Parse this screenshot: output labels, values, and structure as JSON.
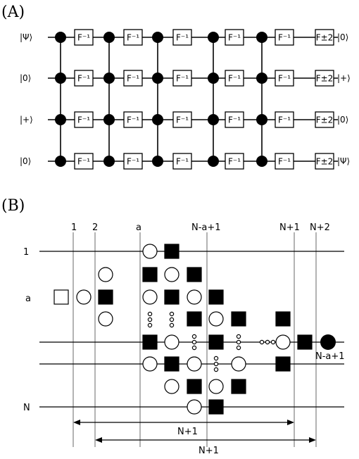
{
  "panel_a": {
    "label": "(A)",
    "inputs": [
      "|Ψ⟩",
      "|0⟩",
      "|+⟩",
      "|0⟩"
    ],
    "outputs": [
      "|0⟩",
      "|+⟩",
      "|0⟩",
      "|Ψ⟩"
    ],
    "gate_label": "F⁻¹",
    "final_gate_label": "F±2"
  },
  "panel_b": {
    "label": "(B)",
    "column_labels": [
      "1",
      "2",
      "a",
      "N-a+1",
      "N+1",
      "N+2"
    ],
    "row_labels": [
      "1",
      "a",
      "N"
    ],
    "node_label": "N-a+1",
    "span_labels": [
      "N+1",
      "N+1"
    ]
  },
  "colors": {
    "ink": "#000000",
    "grid": "#a0a0a0"
  }
}
